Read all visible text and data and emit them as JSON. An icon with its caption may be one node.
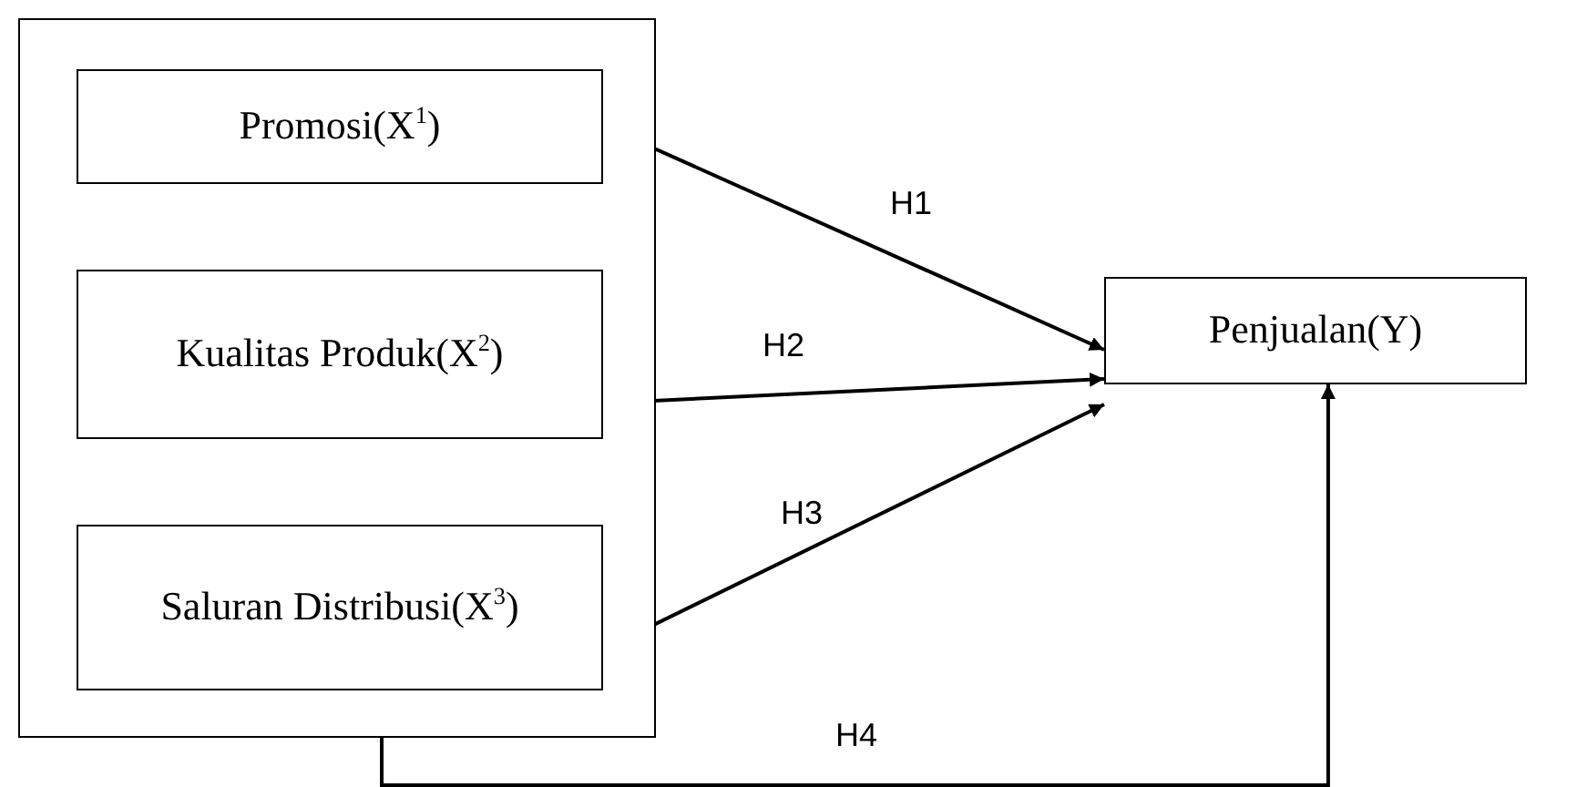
{
  "diagram": {
    "nodes": [
      {
        "text": [],
        "shape": "box"
      },
      {
        "text": [
          "Promosi(X$^{1}$)"
        ],
        "in": 0
      },
      {
        "text": [
          "Kualitas Produk(X$^{2}$)"
        ],
        "in": 0
      },
      {
        "text": [
          "Saluran Distribusi(X$^{3}$)"
        ],
        "in": 0
      },
      {
        "text": [
          "Penjualan(Y)"
        ]
      }
    ],
    "edges": [
      {
        "from": 1,
        "to": 4,
        "arrow": "to",
        "label": "H1"
      },
      {
        "from": 2,
        "to": 4,
        "arrow": "to",
        "label": "H2"
      },
      {
        "from": 3,
        "to": 4,
        "arrow": "to",
        "label": "H3"
      },
      {
        "from": 0,
        "to": 4,
        "arrow": "to",
        "label": "H4"
      }
    ]
  }
}
